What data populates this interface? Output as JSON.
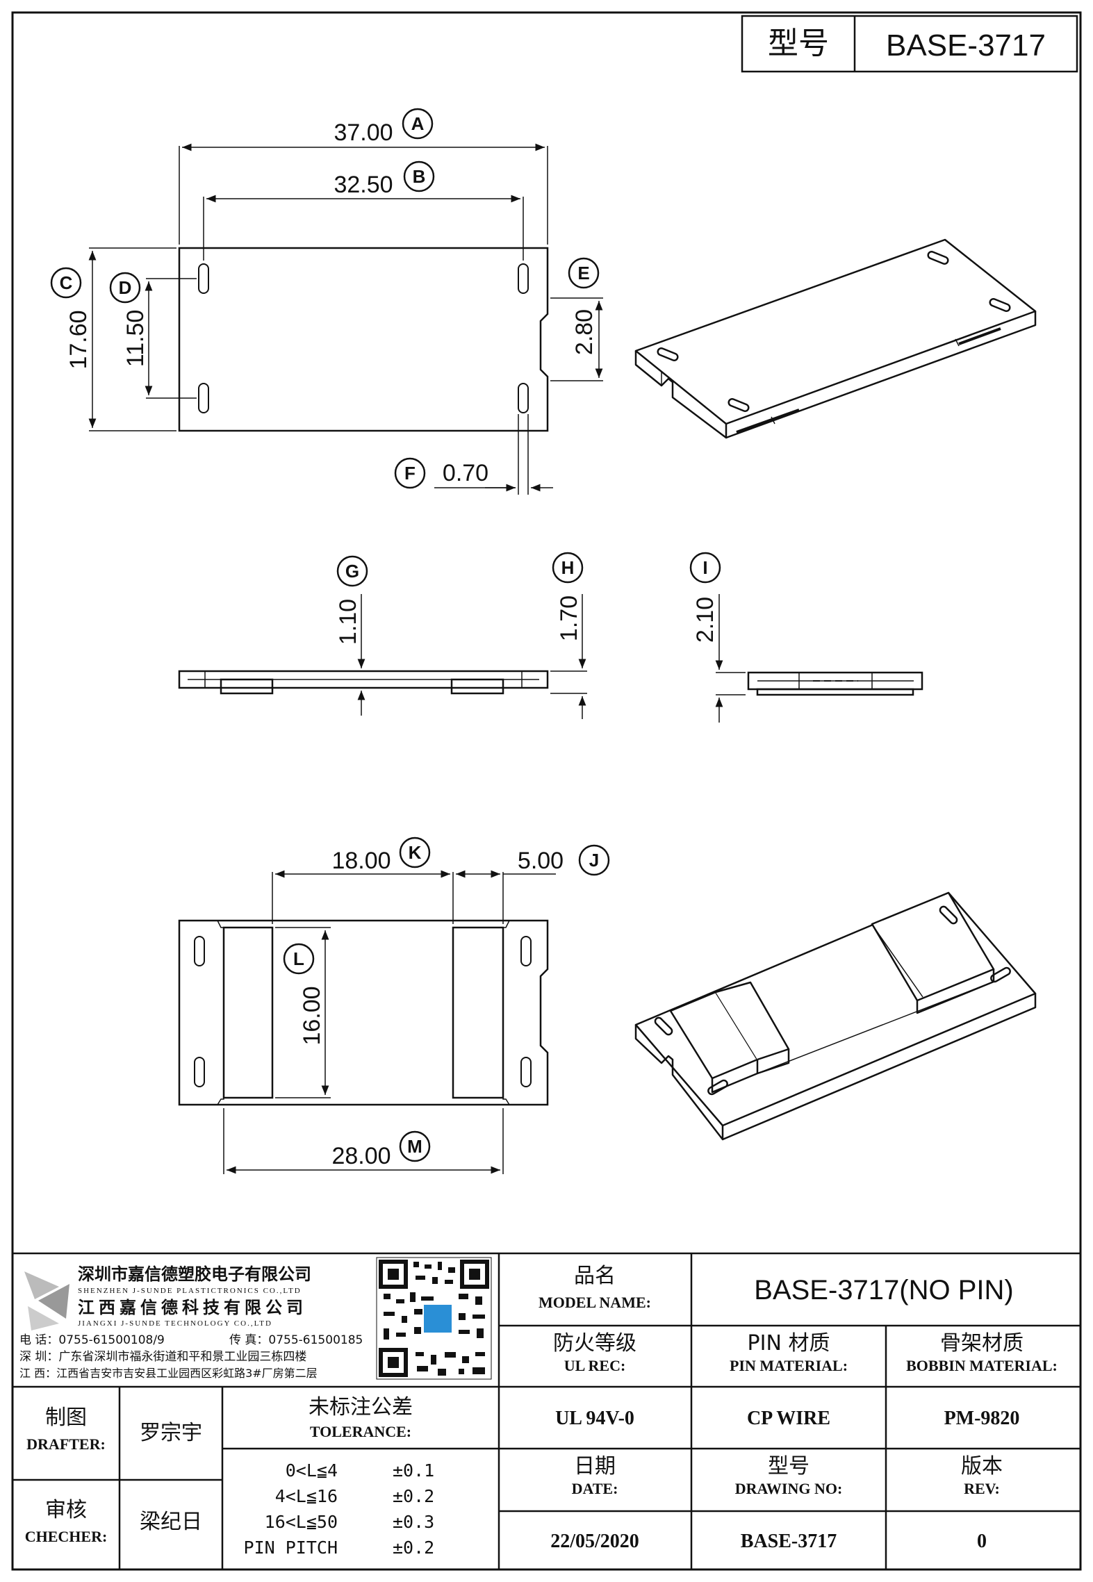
{
  "header": {
    "model_label": "型号",
    "model_value": "BASE-3717"
  },
  "dimensions": {
    "A": {
      "tag": "A",
      "value": "37.00"
    },
    "B": {
      "tag": "B",
      "value": "32.50"
    },
    "C": {
      "tag": "C",
      "value": "17.60"
    },
    "D": {
      "tag": "D",
      "value": "11.50"
    },
    "E": {
      "tag": "E",
      "value": "2.80"
    },
    "F": {
      "tag": "F",
      "value": "0.70"
    },
    "G": {
      "tag": "G",
      "value": "1.10"
    },
    "H": {
      "tag": "H",
      "value": "1.70"
    },
    "I": {
      "tag": "I",
      "value": "2.10"
    },
    "J": {
      "tag": "J",
      "value": "5.00"
    },
    "K": {
      "tag": "K",
      "value": "18.00"
    },
    "L": {
      "tag": "L",
      "value": "16.00"
    },
    "M": {
      "tag": "M",
      "value": "28.00"
    }
  },
  "company": {
    "name_cn_1": "深圳市嘉信德塑胶电子有限公司",
    "name_en_1": "SHENZHEN J-SUNDE PLASTICTRONICS CO.,LTD",
    "name_cn_2": "江西嘉信德科技有限公司",
    "name_en_2": "JIANGXI J-SUNDE TECHNOLOGY CO.,LTD",
    "phone": "电 话：0755-61500108/9",
    "fax": "传 真：0755-61500185",
    "addr_sz": "深 圳：广东省深圳市福永街道和平和景工业园三栋四楼",
    "addr_jx": "江 西：江西省吉安市吉安县工业园西区彩虹路3#厂房第二层"
  },
  "title_block": {
    "product_name_cn": "品名",
    "product_name_en": "MODEL NAME:",
    "product_name_value": "BASE-3717(NO PIN)",
    "ul_cn": "防火等级",
    "ul_en": "UL REC:",
    "ul_value": "UL 94V-0",
    "pin_cn": "PIN 材质",
    "pin_en": "PIN MATERIAL:",
    "pin_value": "CP WIRE",
    "bobbin_cn": "骨架材质",
    "bobbin_en": "BOBBIN MATERIAL:",
    "bobbin_value": "PM-9820",
    "drafter_cn": "制图",
    "drafter_en": "DRAFTER:",
    "drafter_name": "罗宗宇",
    "checker_cn": "审核",
    "checker_en": "CHECHER:",
    "checker_name": "梁纪日",
    "tol_cn": "未标注公差",
    "tol_en": "TOLERANCE:",
    "tolerances": [
      {
        "range": "0<L≦4",
        "value": "±0.1"
      },
      {
        "range": "4<L≦16",
        "value": "±0.2"
      },
      {
        "range": "16<L≦50",
        "value": "±0.3"
      },
      {
        "range": "PIN PITCH",
        "value": "±0.2"
      }
    ],
    "date_cn": "日期",
    "date_en": "DATE:",
    "date_value": "22/05/2020",
    "drawing_cn": "型号",
    "drawing_en": "DRAWING NO:",
    "drawing_value": "BASE-3717",
    "rev_cn": "版本",
    "rev_en": "REV:",
    "rev_value": "0"
  }
}
